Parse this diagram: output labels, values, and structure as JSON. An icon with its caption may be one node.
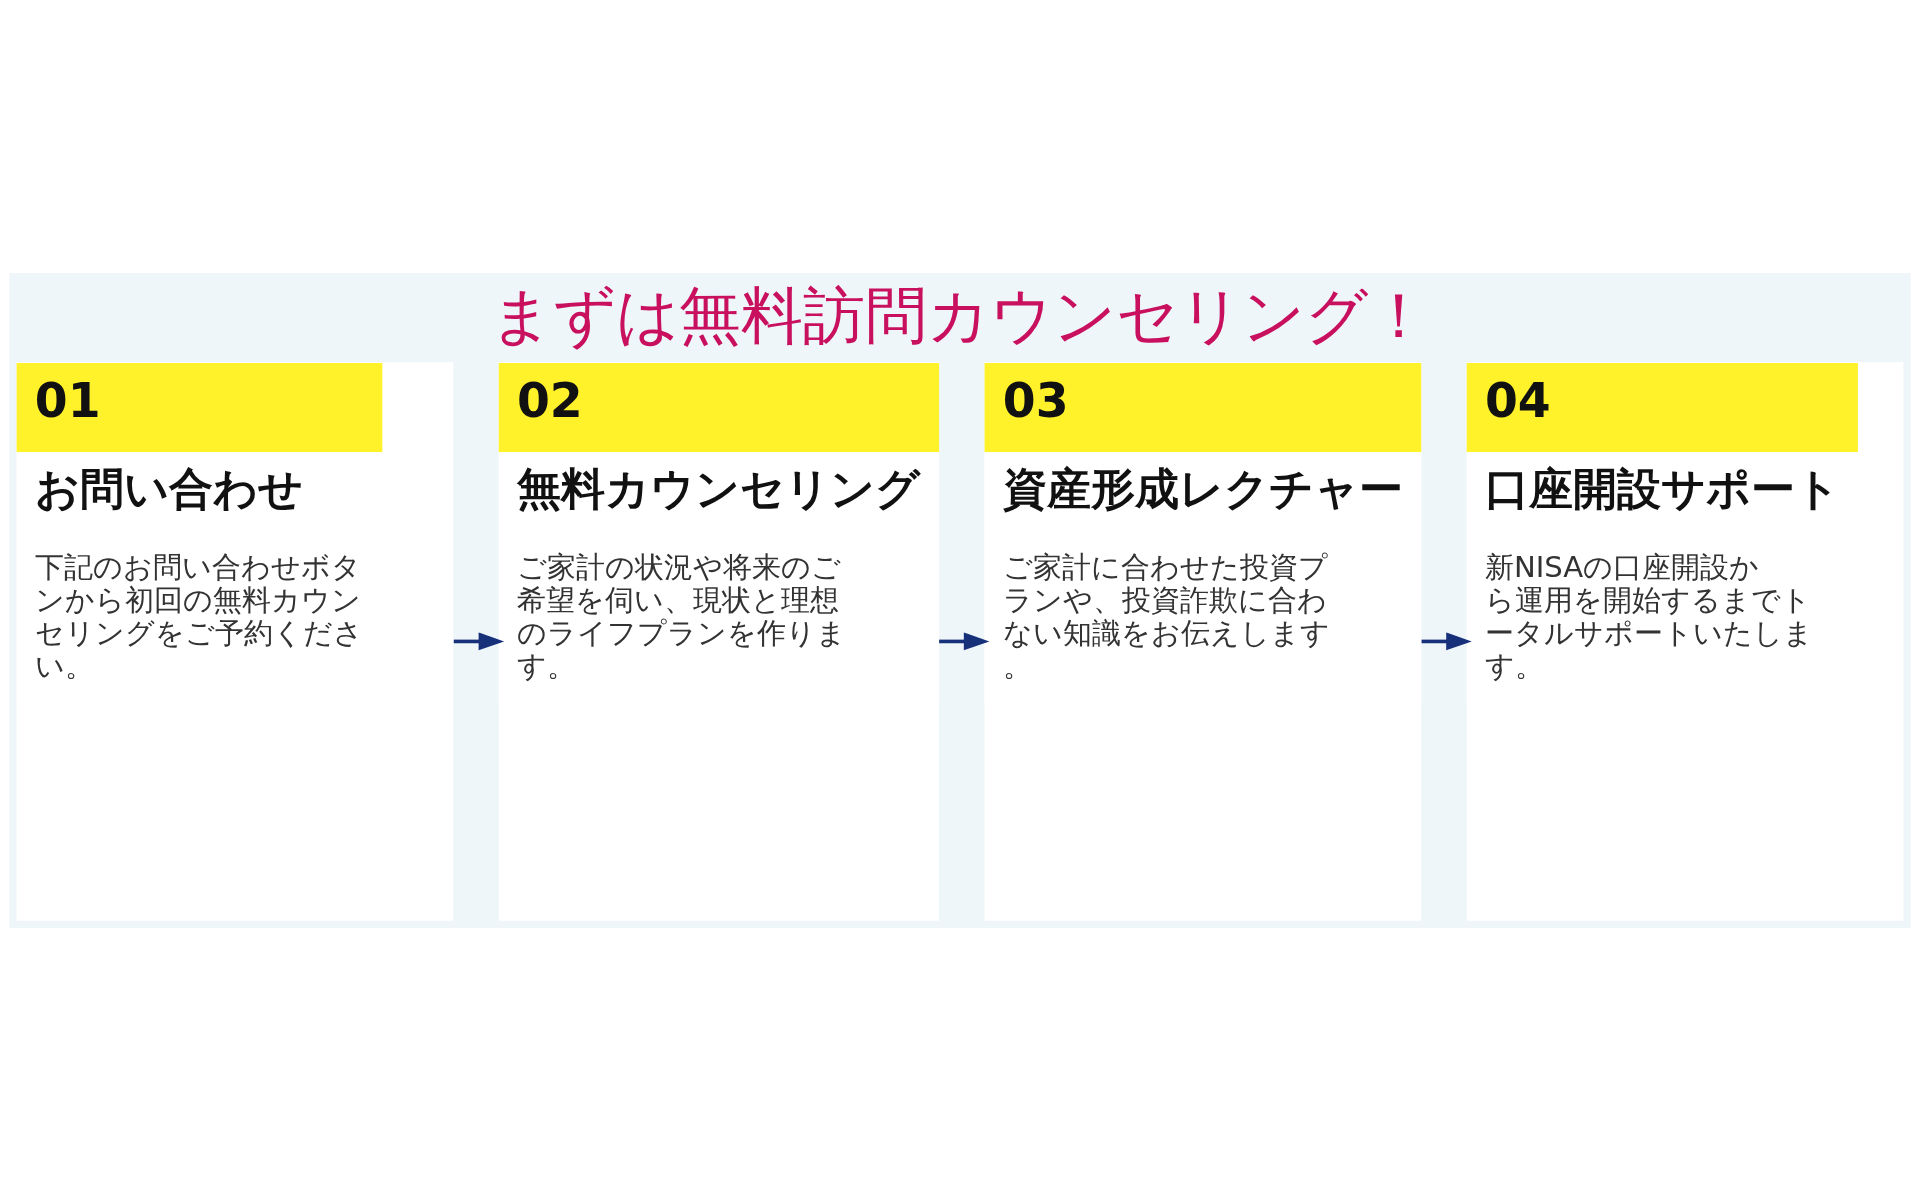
{
  "diagram": {
    "title": "まずは無料訪問カウンセリング！",
    "nodes": [
      {
        "text": [
          "01",
          "お問い合わせ",
          "下記のお問い合わせボタンから初回の無料カウンセリングをご予約ください。"
        ]
      },
      {
        "text": [
          "02",
          "無料カウンセリング",
          "ご家計の状況や将来のご希望を伺い、現状と理想のライフプランを作ります。"
        ]
      },
      {
        "text": [
          "03",
          "資産形成レクチャー",
          "ご家計に合わせた投資プランや、投資詐欺に合わない知識をお伝えします。"
        ]
      },
      {
        "text": [
          "04",
          "口座開設サポート",
          "新NISAの口座開設から運用を開始するまでトータルサポートいたします。"
        ]
      }
    ],
    "edges": [
      {
        "from": 0,
        "to": 1,
        "arrow": "to"
      },
      {
        "from": 1,
        "to": 2,
        "arrow": "to"
      },
      {
        "from": 2,
        "to": 3,
        "arrow": "to"
      }
    ]
  }
}
